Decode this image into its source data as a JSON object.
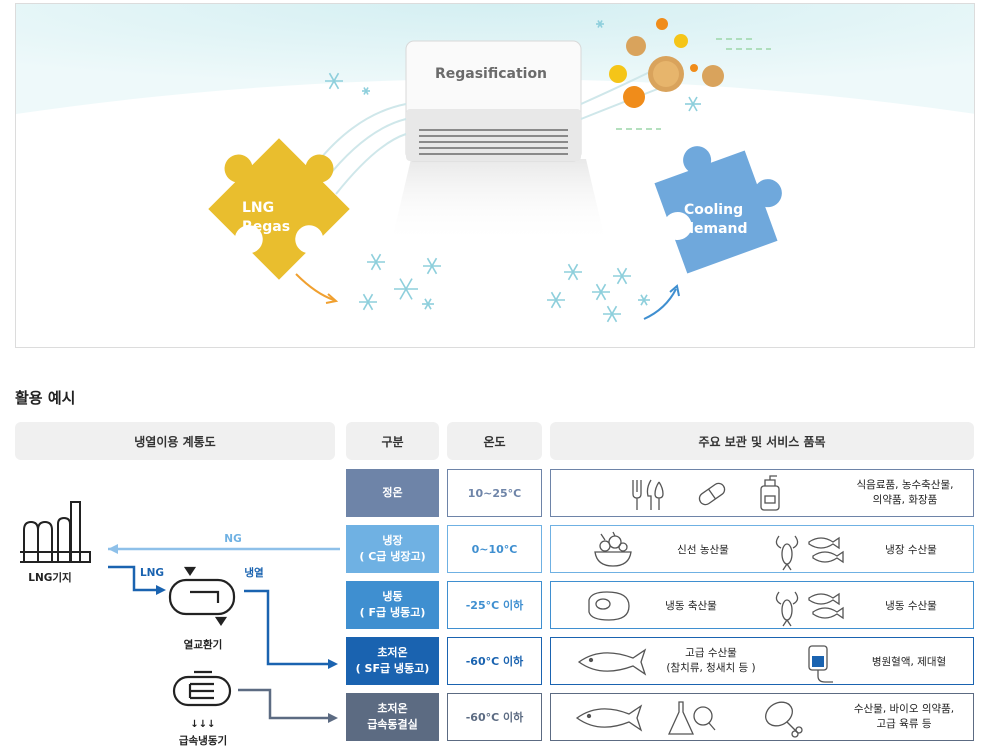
{
  "hero": {
    "regas_title": "Regasification",
    "lng_piece": [
      "LNG",
      "Regas"
    ],
    "cooling_piece": [
      "Cooling",
      "demand"
    ],
    "colors": {
      "lng": "#e9be2e",
      "cooling": "#6fa8dc",
      "sky": "#e4f4f6",
      "ice": "#8ecfdc"
    }
  },
  "section_title": "활용 예시",
  "headers": {
    "system": "냉열이용 계통도",
    "category": "구분",
    "temperature": "온도",
    "items": "주요 보관 및 서비스 품목"
  },
  "diagram": {
    "lng_base": "LNG기지",
    "ng": "NG",
    "lng": "LNG",
    "cold": "냉열",
    "heat_exchanger": "열교환기",
    "quick_freezer": "급속냉동기",
    "arrows": "↓↓↓"
  },
  "rows": [
    {
      "cat": [
        "정온"
      ],
      "temp": "10~25°C",
      "color": "#6e84a8",
      "border": "#6e84a8",
      "texts": [
        "식음료품, 농수축산물,",
        "의약품, 화장품"
      ]
    },
    {
      "cat": [
        "냉장",
        "( C급 냉장고)"
      ],
      "temp": "0~10°C",
      "color": "#6fb1e3",
      "border": "#6fb1e3",
      "texts": [
        "신선 농산물",
        "냉장 수산물"
      ]
    },
    {
      "cat": [
        "냉동",
        "( F급 냉동고)"
      ],
      "temp": "-25°C 이하",
      "color": "#3f8fd0",
      "border": "#3f8fd0",
      "texts": [
        "냉동 축산물",
        "냉동 수산물"
      ]
    },
    {
      "cat": [
        "초저온",
        "( SF급 냉동고)"
      ],
      "temp": "-60°C 이하",
      "color": "#1a63b0",
      "border": "#1a63b0",
      "texts": [
        "고급 수산물",
        "(참치류, 청새치 등 )",
        "병원혈액, 제대혈"
      ]
    },
    {
      "cat": [
        "초저온",
        "급속동결실"
      ],
      "temp": "-60°C 이하",
      "color": "#5c6b82",
      "border": "#5c6b82",
      "texts": [
        "수산물, 바이오 의약품,",
        "고급 육류 등"
      ]
    }
  ]
}
